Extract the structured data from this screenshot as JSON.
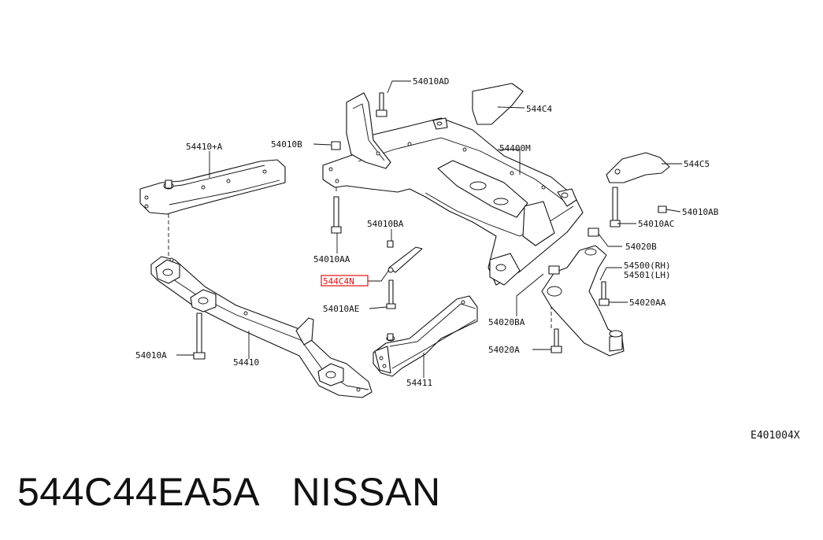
{
  "callouts": [
    {
      "id": "54010AD",
      "text": "54010AD"
    },
    {
      "id": "544C4",
      "text": "544C4"
    },
    {
      "id": "54410+A",
      "text": "54410+A"
    },
    {
      "id": "54010B",
      "text": "54010B"
    },
    {
      "id": "54400M",
      "text": "54400M"
    },
    {
      "id": "544C5",
      "text": "544C5"
    },
    {
      "id": "54010AB",
      "text": "54010AB"
    },
    {
      "id": "54010AC",
      "text": "54010AC"
    },
    {
      "id": "54010BA",
      "text": "54010BA"
    },
    {
      "id": "54020B",
      "text": "54020B"
    },
    {
      "id": "54010AA",
      "text": "54010AA"
    },
    {
      "id": "54500RH",
      "text": "54500(RH)"
    },
    {
      "id": "54501LH",
      "text": "54501(LH)"
    },
    {
      "id": "544C4N",
      "text": "544C4N",
      "highlighted": true
    },
    {
      "id": "54010AE",
      "text": "54010AE"
    },
    {
      "id": "54020AA",
      "text": "54020AA"
    },
    {
      "id": "54020BA",
      "text": "54020BA"
    },
    {
      "id": "54010A",
      "text": "54010A"
    },
    {
      "id": "54410",
      "text": "54410"
    },
    {
      "id": "54411",
      "text": "54411"
    },
    {
      "id": "54020A",
      "text": "54020A"
    }
  ],
  "diagram_ref": "E401004X",
  "highlight_color": "#e01010",
  "footer": {
    "part_number": "544C44EA5A",
    "brand": "NISSAN"
  }
}
